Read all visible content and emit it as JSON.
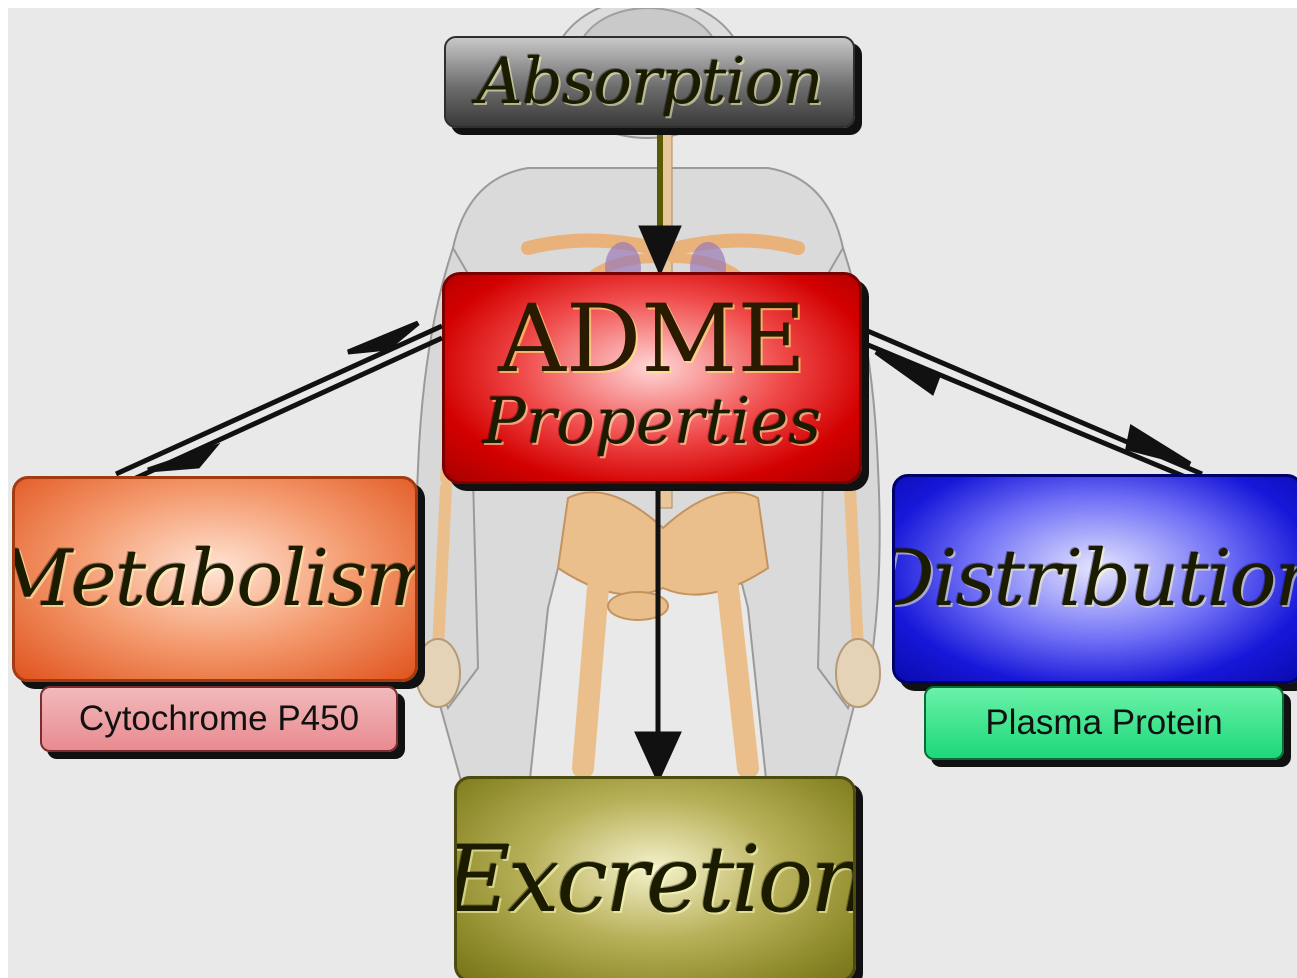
{
  "diagram": {
    "center": {
      "title": "ADME",
      "subtitle": "Properties"
    },
    "nodes": {
      "absorption": "Absorption",
      "metabolism": "Metabolism",
      "distribution": "Distribution",
      "excretion": "Excretion"
    },
    "sublabels": {
      "metabolism": "Cytochrome P450",
      "distribution": "Plasma Protein"
    },
    "edges": [
      {
        "from": "absorption",
        "to": "adme",
        "direction": "one-way"
      },
      {
        "from": "adme",
        "to": "metabolism",
        "direction": "two-way"
      },
      {
        "from": "adme",
        "to": "distribution",
        "direction": "two-way"
      },
      {
        "from": "adme",
        "to": "excretion",
        "direction": "one-way"
      }
    ]
  },
  "colors": {
    "background": "#e9e9e9",
    "absorption": "#6e6e6e",
    "adme": "#d30000",
    "metabolism": "#e0531d",
    "distribution": "#1717d9",
    "excretion": "#8d8a2a",
    "cytochrome_label": "#e88b90",
    "plasma_label": "#1dd77a",
    "body_outline": "#9a9a9a",
    "bones": "#e8b27a"
  },
  "background_art": "human-body-skeleton"
}
